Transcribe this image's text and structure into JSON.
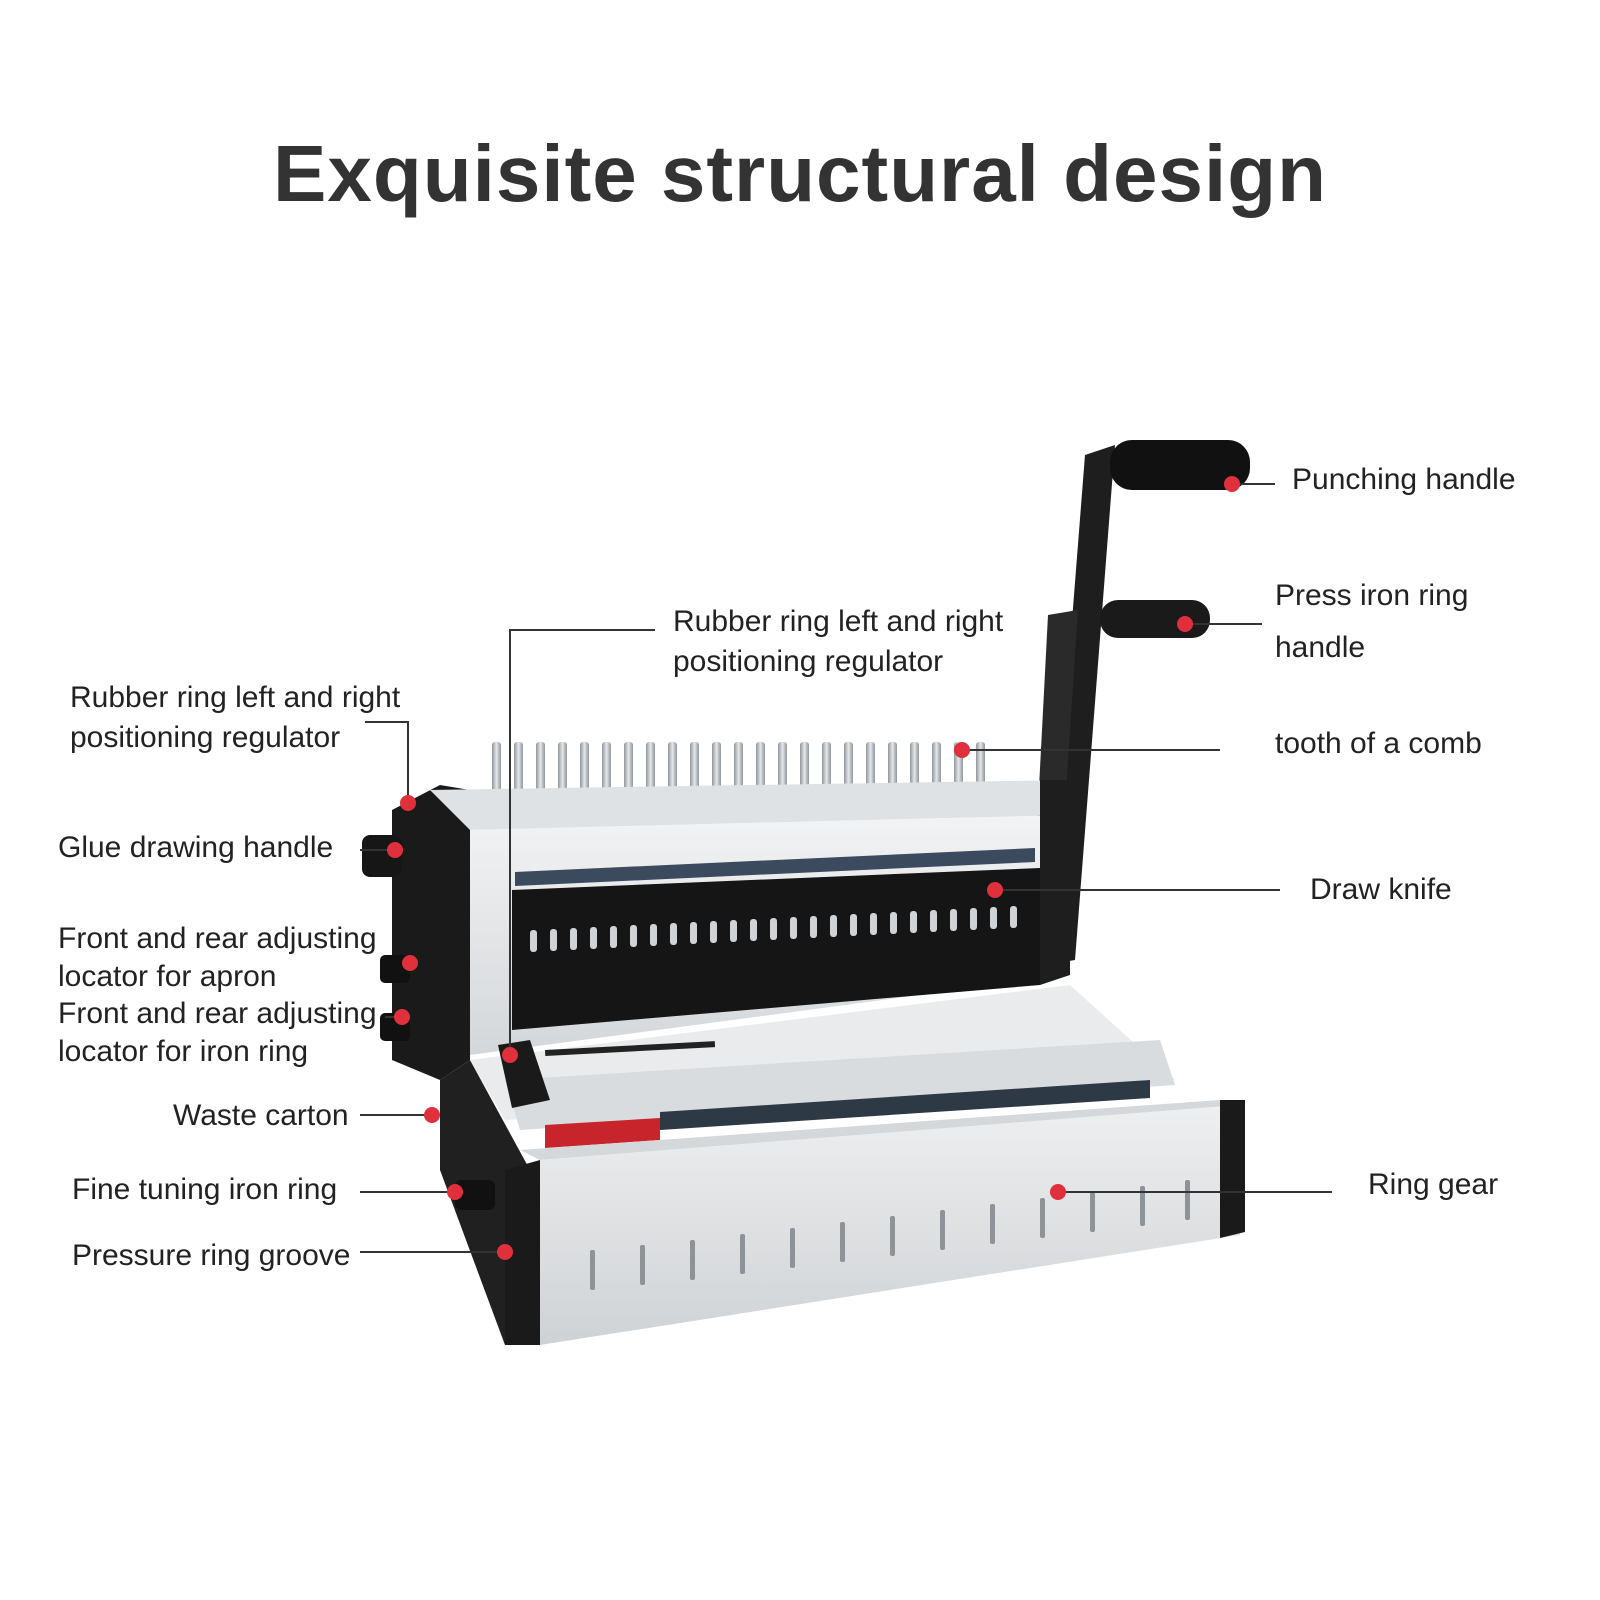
{
  "title": "Exquisite structural design",
  "labels": {
    "rubber_ring_regulator_left": "Rubber ring left and right\npositioning regulator",
    "glue_drawing_handle": "Glue drawing handle",
    "apron_locator": "Front and rear adjusting\nlocator for apron",
    "iron_ring_locator": "Front and rear adjusting\nlocator for iron ring",
    "waste_carton": "Waste carton",
    "fine_tuning_iron_ring": "Fine tuning iron ring",
    "pressure_ring_groove": "Pressure ring groove",
    "rubber_ring_regulator_top": "Rubber ring left and right\npositioning regulator",
    "punching_handle": "Punching handle",
    "press_iron_ring_handle": "Press iron ring\nhandle",
    "tooth_of_a_comb": "tooth of a comb",
    "draw_knife": "Draw knife",
    "ring_gear": "Ring gear"
  },
  "colors": {
    "marker": "#e0303c",
    "leader_line": "#333333",
    "machine_body": "#e6e8ea",
    "machine_dark": "#1c1c1c"
  }
}
